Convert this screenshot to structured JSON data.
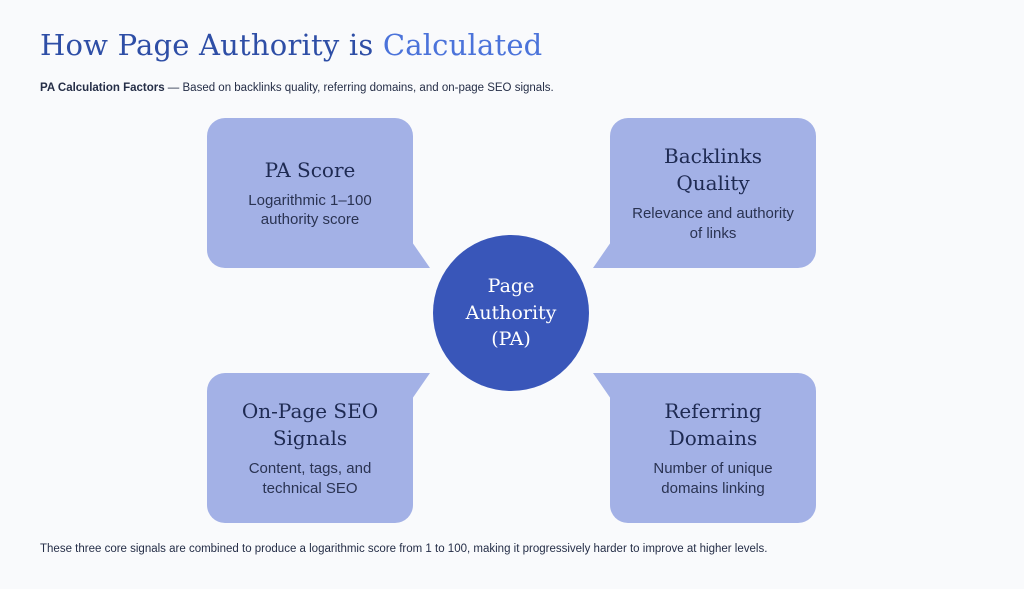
{
  "page": {
    "title": {
      "prefix": "How Page Authority is ",
      "highlight": "Calculated"
    },
    "subtitle": {
      "bold": "PA Calculation Factors",
      "rest": " — Based on backlinks quality, referring domains, and on-page SEO signals."
    },
    "footer": "These three core signals are combined to produce a logarithmic score from 1 to 100, making it progressively harder to improve at higher levels."
  },
  "center": {
    "lines": [
      "Page",
      "Authority",
      "(PA)"
    ]
  },
  "factors": [
    {
      "id": "pa-score",
      "position": "top-left",
      "title": "PA Score",
      "description": "Logarithmic 1–100 authority score"
    },
    {
      "id": "backlinks-quality",
      "position": "top-right",
      "title": "Backlinks Quality",
      "description": "Relevance and authority of links"
    },
    {
      "id": "on-page-seo-signals",
      "position": "bottom-left",
      "title": "On-Page SEO Signals",
      "description": "Content, tags, and technical SEO"
    },
    {
      "id": "referring-domains",
      "position": "bottom-right",
      "title": "Referring Domains",
      "description": "Number of unique domains linking"
    }
  ],
  "colors": {
    "background": "#f9fafc",
    "bubble": "#a3b1e6",
    "circle": "#3956b9",
    "title_primary": "#2e4ea6",
    "title_accent": "#4b73da",
    "heading_text": "#1e2a52",
    "body_text": "#2a3352",
    "text_dark": "#252e47"
  }
}
